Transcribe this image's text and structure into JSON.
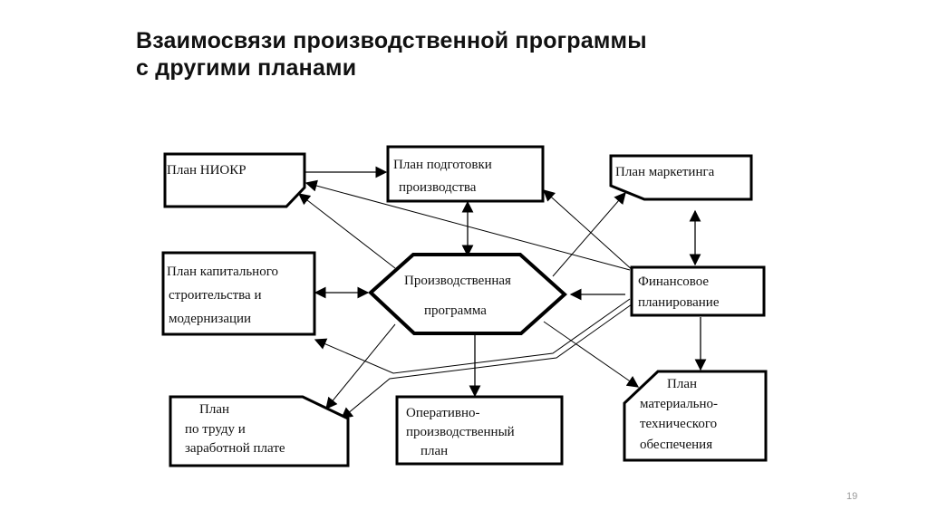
{
  "slide": {
    "title_line1": "Взаимосвязи производственной программы",
    "title_line2": "с другими планами",
    "page_number": "19"
  },
  "nodes": {
    "niokr": {
      "lines": [
        "План  НИОКР"
      ]
    },
    "podgotovka": {
      "lines": [
        "План подготовки",
        "производства"
      ]
    },
    "marketing": {
      "lines": [
        "План маркетинга"
      ]
    },
    "kapital": {
      "lines": [
        "План капитального",
        "строительства и",
        "модернизации"
      ]
    },
    "programma": {
      "lines": [
        "Производственная",
        "программа"
      ]
    },
    "finansy": {
      "lines": [
        "Финансовое",
        "планирование"
      ]
    },
    "trud": {
      "lines": [
        "План",
        "по труду и",
        "заработной плате"
      ]
    },
    "operativ": {
      "lines": [
        "Оперативно-",
        "производственный",
        "план"
      ]
    },
    "mto": {
      "lines": [
        "План",
        "материально-",
        "технического",
        "обеспечения"
      ]
    }
  }
}
